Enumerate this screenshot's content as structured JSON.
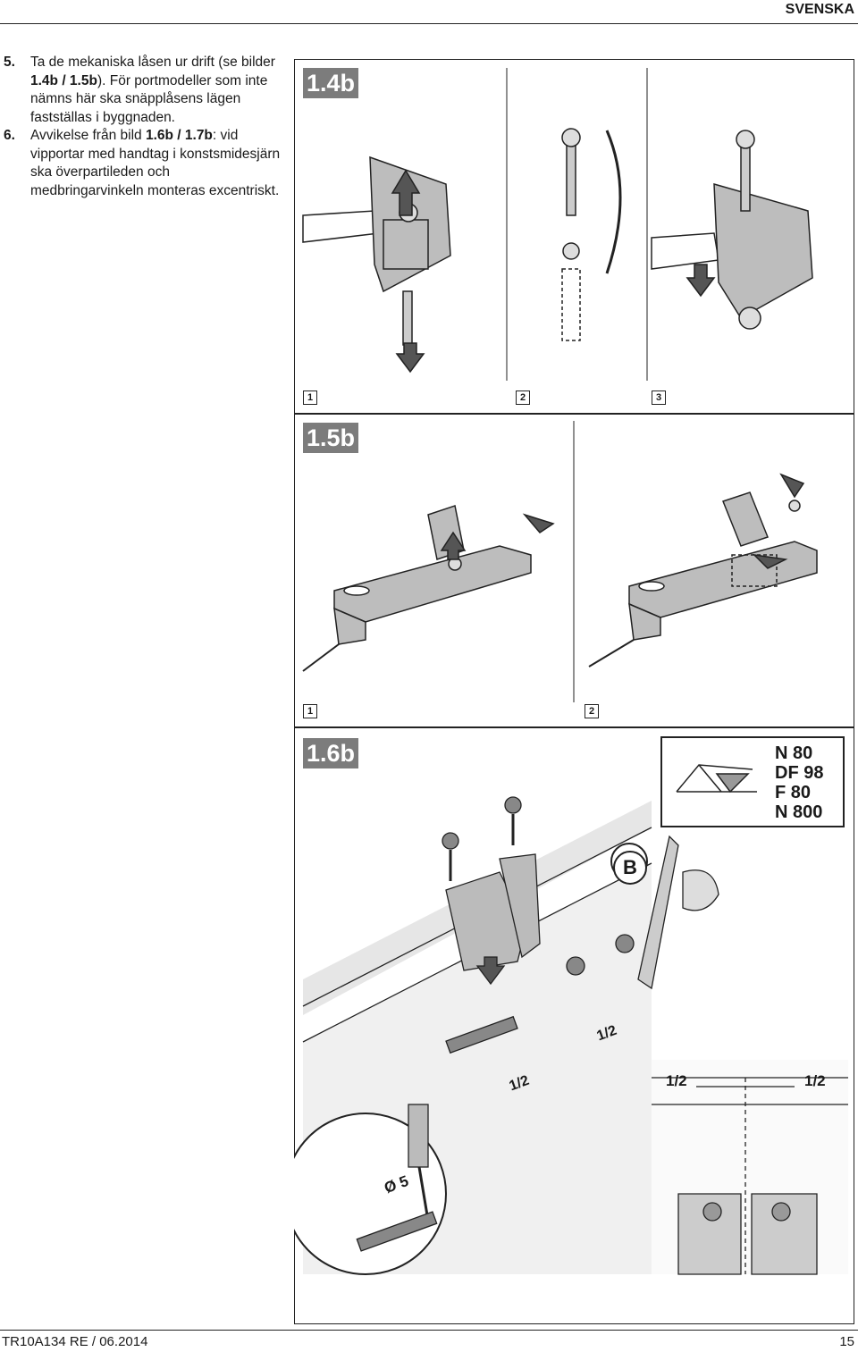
{
  "header": {
    "language": "SVENSKA"
  },
  "steps": [
    {
      "num": "5.",
      "text_a": "Ta de mekaniska låsen ur drift (se bilder ",
      "ref": "1.4b / 1.5b",
      "text_b": "). För portmodeller som inte nämns här ska snäpplåsens lägen fastställas i byggnaden."
    },
    {
      "num": "6.",
      "text_a": "Avvikelse från bild ",
      "ref": "1.6b / 1.7b",
      "text_b": ": vid vipportar med handtag i konstsmidesjärn ska överpartileden och medbringarvinkeln monteras excentriskt."
    }
  ],
  "figures": {
    "fig14": {
      "label": "1.4b",
      "subs": [
        "1",
        "2",
        "3"
      ]
    },
    "fig15": {
      "label": "1.5b",
      "subs": [
        "1",
        "2"
      ]
    },
    "fig16": {
      "label": "1.6b",
      "callout": "B",
      "diameter": "Ø 5",
      "half": "1/2",
      "models": [
        "N 80",
        "DF 98",
        "F 80",
        "N 800"
      ]
    }
  },
  "footer": {
    "doc_id": "TR10A134  RE / 06.2014",
    "page": "15"
  }
}
